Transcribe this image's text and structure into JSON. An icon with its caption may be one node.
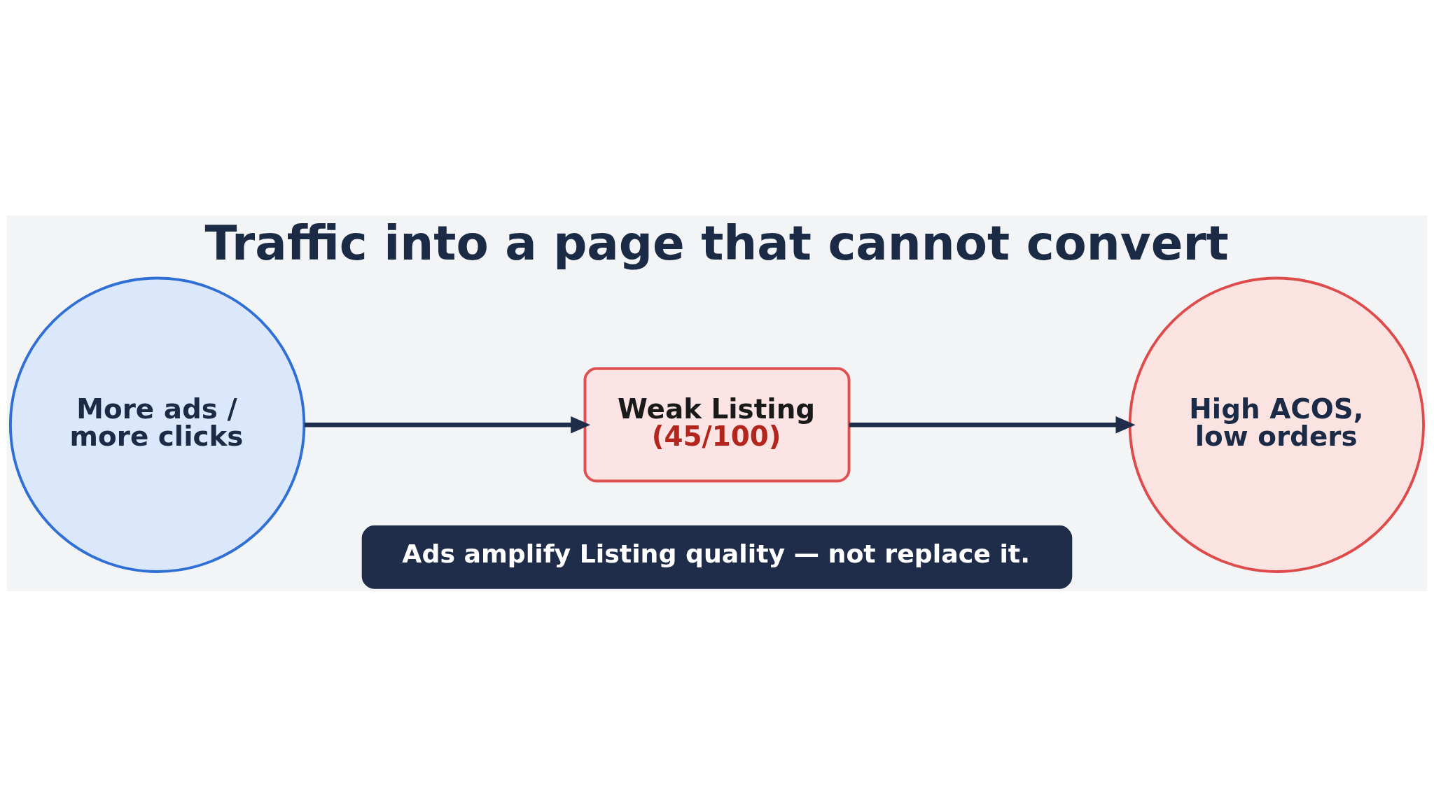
{
  "diagram": {
    "title": "Traffic into a page that cannot convert",
    "nodes": [
      {
        "text": [
          "More ads / more clicks"
        ]
      },
      {
        "text": [
          "Weak Listing",
          "(45/100)"
        ]
      },
      {
        "text": [
          "High ACOS, low orders"
        ]
      },
      {
        "text": [
          "Ads amplify Listing quality — not replace it."
        ]
      }
    ],
    "edges": [
      {
        "from": 0,
        "to": 1,
        "arrow": "to"
      },
      {
        "from": 1,
        "to": 2,
        "arrow": "to"
      }
    ]
  }
}
